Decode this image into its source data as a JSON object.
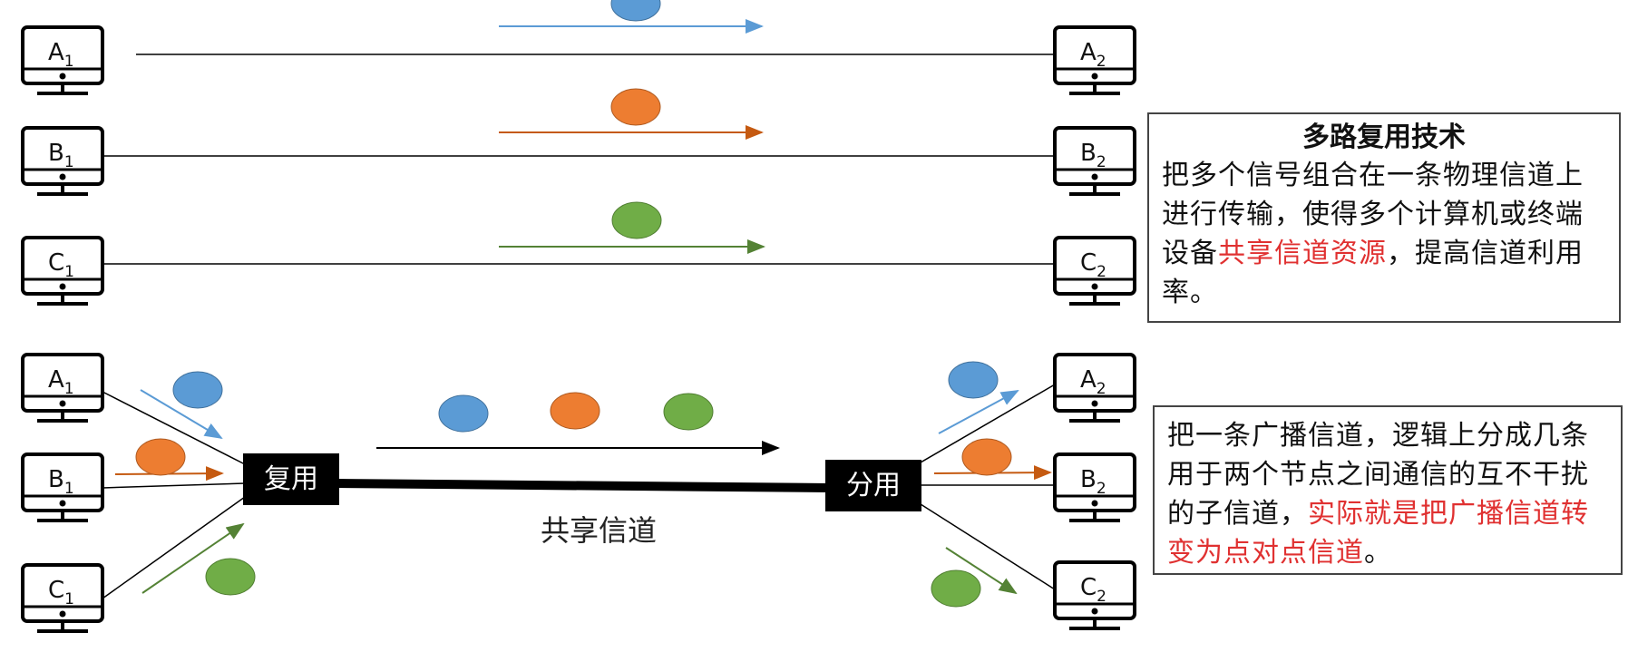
{
  "nodes": {
    "top": [
      {
        "letter": "A",
        "sub": "1"
      },
      {
        "letter": "A",
        "sub": "2"
      },
      {
        "letter": "B",
        "sub": "1"
      },
      {
        "letter": "B",
        "sub": "2"
      },
      {
        "letter": "C",
        "sub": "1"
      },
      {
        "letter": "C",
        "sub": "2"
      }
    ],
    "bottom": [
      {
        "letter": "A",
        "sub": "1"
      },
      {
        "letter": "B",
        "sub": "1"
      },
      {
        "letter": "C",
        "sub": "1"
      },
      {
        "letter": "A",
        "sub": "2"
      },
      {
        "letter": "B",
        "sub": "2"
      },
      {
        "letter": "C",
        "sub": "2"
      }
    ]
  },
  "mux_label": "复用",
  "demux_label": "分用",
  "channel_label": "共享信道",
  "colors": {
    "blue": "#5b9bd5",
    "orange": "#ed7d31",
    "green": "#70ad47"
  },
  "box1": {
    "title": "多路复用技术",
    "text_before": "把多个信号组合在一条物理信道上进行传输，使得多个计算机或终端设备",
    "highlight": "共享信道资源",
    "text_after": "，提高信道利用率。"
  },
  "box2": {
    "text_before": "把一条广播信道，逻辑上分成几条用于两个节点之间通信的互不干扰的子信道，",
    "highlight": "实际就是把广播信道转变为点对点信道",
    "text_after": "。"
  }
}
